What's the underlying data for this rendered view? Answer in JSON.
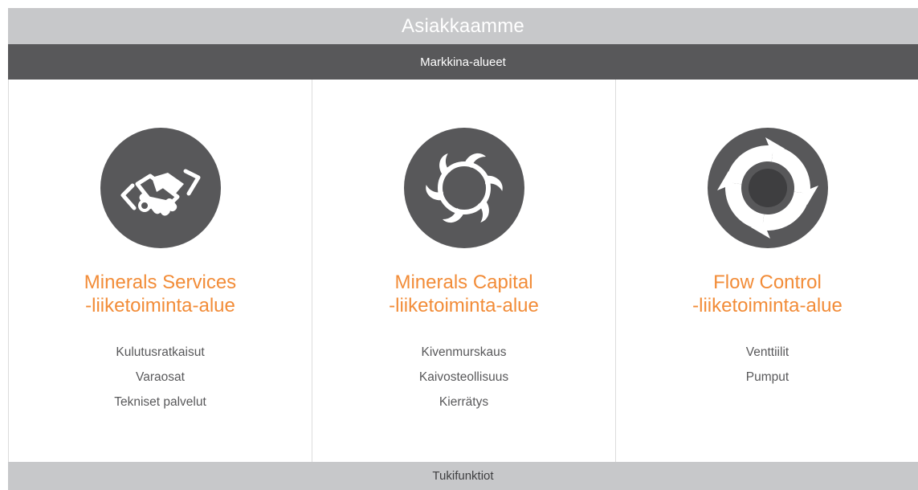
{
  "header": {
    "title": "Asiakkaamme",
    "subtitle": "Markkina-alueet"
  },
  "columns": [
    {
      "icon": "handshake-icon",
      "title_line1": "Minerals Services",
      "title_line2": "-liiketoiminta-alue",
      "items": [
        "Kulutusratkaisut",
        "Varaosat",
        "Tekniset palvelut"
      ]
    },
    {
      "icon": "crusher-cycle-icon",
      "title_line1": "Minerals Capital",
      "title_line2": "-liiketoiminta-alue",
      "items": [
        "Kivenmurskaus",
        "Kaivosteollisuus",
        "Kierrätys"
      ]
    },
    {
      "icon": "circular-flow-icon",
      "title_line1": "Flow Control",
      "title_line2": "-liiketoiminta-alue",
      "items": [
        "Venttiilit",
        "Pumput"
      ]
    }
  ],
  "footer": {
    "label": "Tukifunktiot"
  },
  "colors": {
    "accent": "#f28c38",
    "dark": "#58585a",
    "light_gray": "#c7c8ca"
  }
}
